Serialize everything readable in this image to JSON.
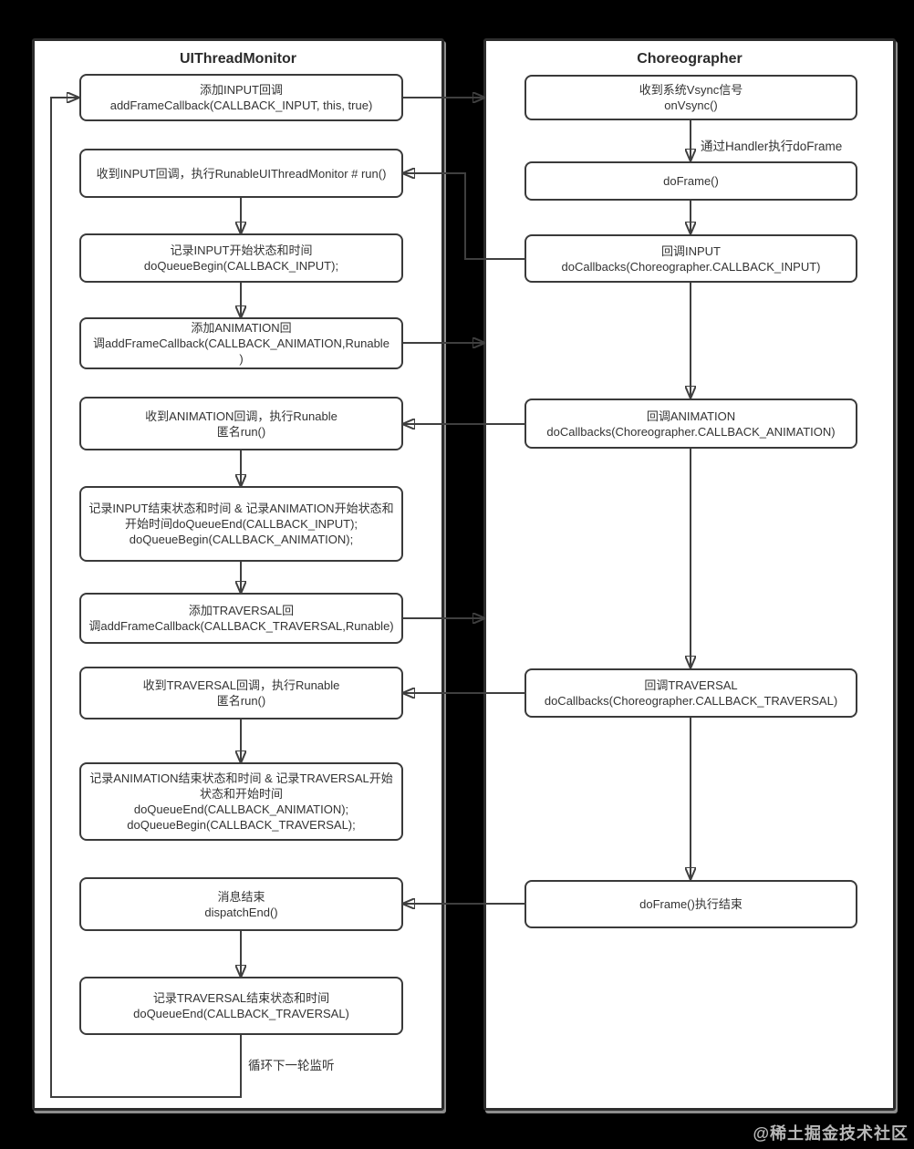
{
  "colors": {
    "background": "#000000",
    "panel_background": "#ffffff",
    "stroke": "#3f3f3f",
    "text": "#333333",
    "watermark": "#b9b9b9"
  },
  "watermark": {
    "text": "@稀土掘金技术社区"
  },
  "panels": {
    "left": {
      "title": "UIThreadMonitor",
      "loop_label": "循环下一轮监听",
      "nodes": [
        {
          "id": "add-input-callback",
          "lines": [
            "添加INPUT回调",
            "addFrameCallback(CALLBACK_INPUT, this, true)"
          ]
        },
        {
          "id": "receive-input-callback",
          "lines": [
            "收到INPUT回调，执行RunableUIThreadMonitor # run()"
          ]
        },
        {
          "id": "record-input-begin",
          "lines": [
            "记录INPUT开始状态和时间",
            "doQueueBegin(CALLBACK_INPUT);"
          ]
        },
        {
          "id": "add-animation-callback",
          "lines": [
            "添加ANIMATION回",
            "调addFrameCallback(CALLBACK_ANIMATION,Runable",
            ")"
          ]
        },
        {
          "id": "receive-animation-callback",
          "lines": [
            "收到ANIMATION回调，执行Runable",
            "匿名run()"
          ]
        },
        {
          "id": "record-input-end-animation-begin",
          "lines": [
            "记录INPUT结束状态和时间 & 记录ANIMATION开始状态和",
            "开始时间doQueueEnd(CALLBACK_INPUT);",
            "doQueueBegin(CALLBACK_ANIMATION);"
          ]
        },
        {
          "id": "add-traversal-callback",
          "lines": [
            "添加TRAVERSAL回",
            "调addFrameCallback(CALLBACK_TRAVERSAL,Runable)"
          ]
        },
        {
          "id": "receive-traversal-callback",
          "lines": [
            "收到TRAVERSAL回调，执行Runable",
            "匿名run()"
          ]
        },
        {
          "id": "record-animation-end-traversal-begin",
          "lines": [
            "记录ANIMATION结束状态和时间 & 记录TRAVERSAL开始",
            "状态和开始时间",
            "doQueueEnd(CALLBACK_ANIMATION);",
            "doQueueBegin(CALLBACK_TRAVERSAL);"
          ]
        },
        {
          "id": "dispatch-end",
          "lines": [
            "消息结束",
            "dispatchEnd()"
          ]
        },
        {
          "id": "record-traversal-end",
          "lines": [
            "记录TRAVERSAL结束状态和时间",
            "doQueueEnd(CALLBACK_TRAVERSAL)"
          ]
        }
      ]
    },
    "right": {
      "title": "Choreographer",
      "handler_label": "通过Handler执行doFrame",
      "nodes": [
        {
          "id": "on-vsync",
          "lines": [
            "收到系统Vsync信号",
            "onVsync()"
          ]
        },
        {
          "id": "do-frame",
          "lines": [
            "doFrame()"
          ]
        },
        {
          "id": "callback-input",
          "lines": [
            "回调INPUT",
            "doCallbacks(Choreographer.CALLBACK_INPUT)"
          ]
        },
        {
          "id": "callback-animation",
          "lines": [
            "回调ANIMATION",
            "doCallbacks(Choreographer.CALLBACK_ANIMATION)"
          ]
        },
        {
          "id": "callback-traversal",
          "lines": [
            "回调TRAVERSAL",
            "doCallbacks(Choreographer.CALLBACK_TRAVERSAL)"
          ]
        },
        {
          "id": "do-frame-end",
          "lines": [
            "doFrame()执行结束"
          ]
        }
      ]
    }
  }
}
